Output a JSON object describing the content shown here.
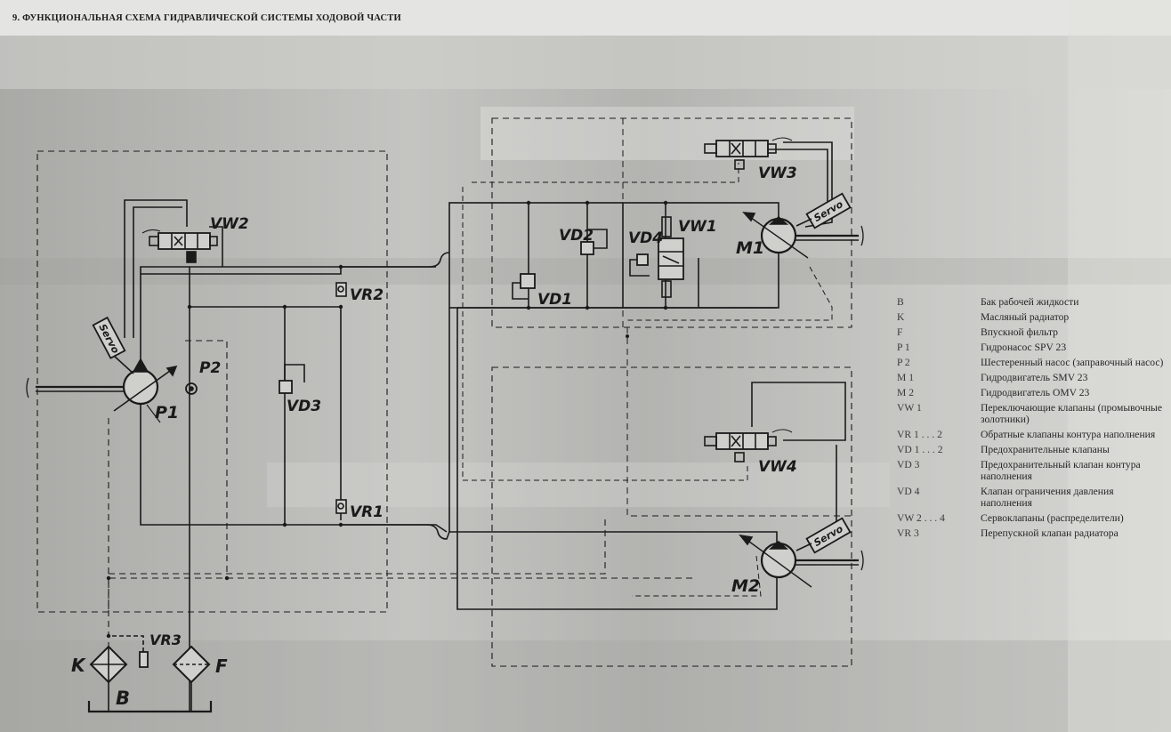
{
  "title": "9. ФУНКЦИОНАЛЬНАЯ СХЕМА ГИДРАВЛИЧЕСКОЙ СИСТЕМЫ ХОДОВОЙ ЧАСТИ",
  "colors": {
    "paper": "#b9b9b6",
    "ink": "#1a1a1a"
  },
  "diagram_labels": {
    "vw2": "VW2",
    "vw3": "VW3",
    "vw4": "VW4",
    "vw1": "VW1",
    "p1": "P1",
    "p2": "P2",
    "vr1": "VR1",
    "vr2": "VR2",
    "vr3": "VR3",
    "vd1": "VD1",
    "vd2": "VD2",
    "vd3": "VD3",
    "vd4": "VD4",
    "m1": "M1",
    "m2": "M2",
    "k": "K",
    "f": "F",
    "b": "B",
    "servo": "Servo"
  },
  "legend": [
    {
      "code": "B",
      "desc": "Бак рабочей жидкости"
    },
    {
      "code": "K",
      "desc": "Масляный радиатор"
    },
    {
      "code": "F",
      "desc": "Впускной фильтр"
    },
    {
      "code": "P 1",
      "desc": "Гидронасос SPV 23"
    },
    {
      "code": "P 2",
      "desc": "Шестеренный насос (заправочный насос)"
    },
    {
      "code": "M 1",
      "desc": "Гидродвигатель SMV 23"
    },
    {
      "code": "M 2",
      "desc": "Гидродвигатель OMV 23"
    },
    {
      "code": "VW 1",
      "desc": "Переключающие клапаны (промывочные золотники)"
    },
    {
      "code": "VR 1 . . . 2",
      "desc": "Обратные клапаны контура наполнения"
    },
    {
      "code": "VD 1 . . . 2",
      "desc": "Предохранительные клапаны"
    },
    {
      "code": "VD 3",
      "desc": "Предохранительный клапан контура наполнения"
    },
    {
      "code": "VD 4",
      "desc": "Клапан ограничения давления наполнения"
    },
    {
      "code": "VW 2 . . . 4",
      "desc": "Сервоклапаны (распределители)"
    },
    {
      "code": "VR 3",
      "desc": "Перепускной клапан радиатора"
    }
  ]
}
